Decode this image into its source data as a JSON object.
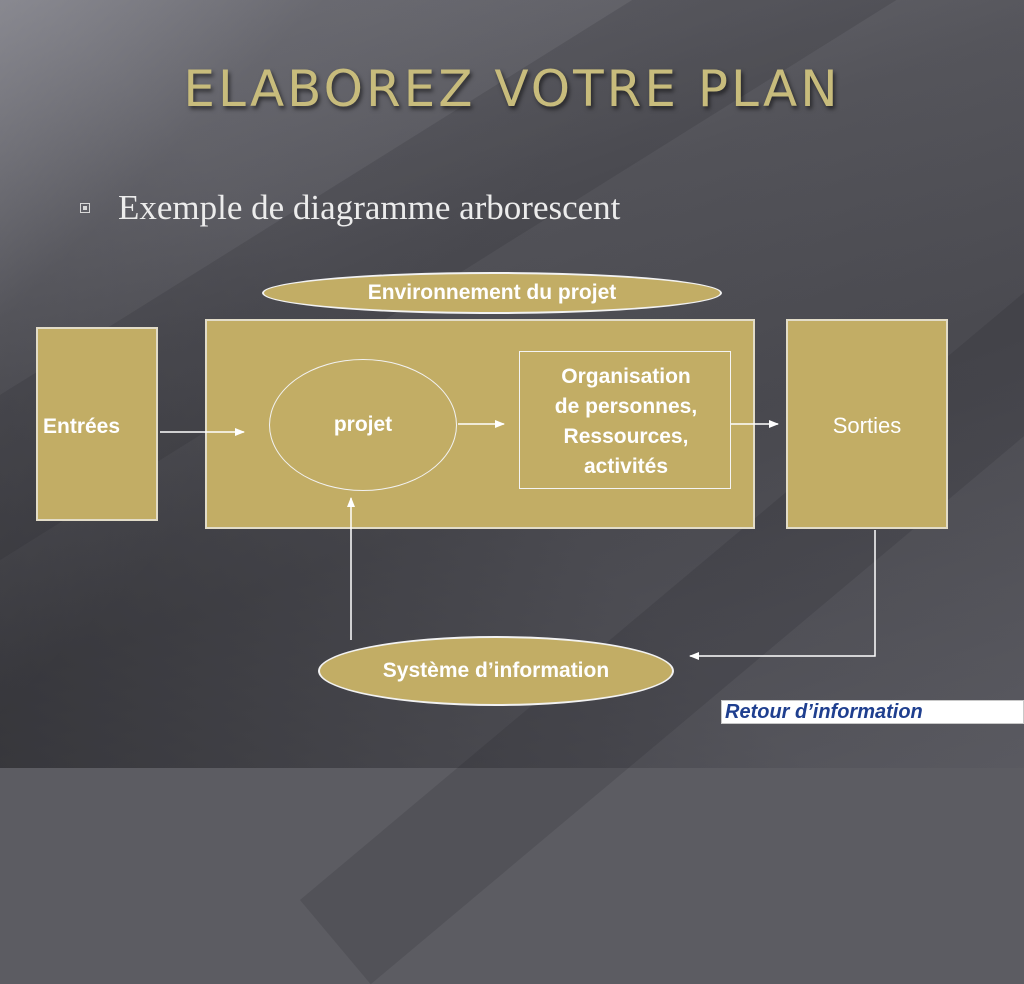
{
  "slide": {
    "title": "ELABOREZ VOTRE PLAN",
    "bullet": "Exemple de diagramme arborescent"
  },
  "diagram": {
    "environment": "Environnement du projet",
    "inputs": "Entrées",
    "project": "projet",
    "organisation_lines": [
      "Organisation",
      "de personnes,",
      "Ressources,",
      "activités"
    ],
    "outputs": "Sorties",
    "information_system": "Système d’information",
    "feedback": "Retour d’information"
  },
  "colors": {
    "box_fill": "#c2ad65",
    "title": "#c8bc7c",
    "feedback_text": "#1f3f8f"
  }
}
